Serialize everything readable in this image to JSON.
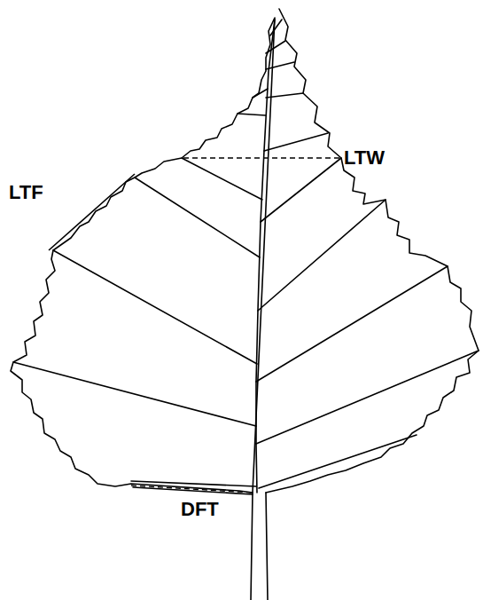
{
  "diagram": {
    "labels": [
      "LTF",
      "LTW",
      "DFT"
    ]
  }
}
